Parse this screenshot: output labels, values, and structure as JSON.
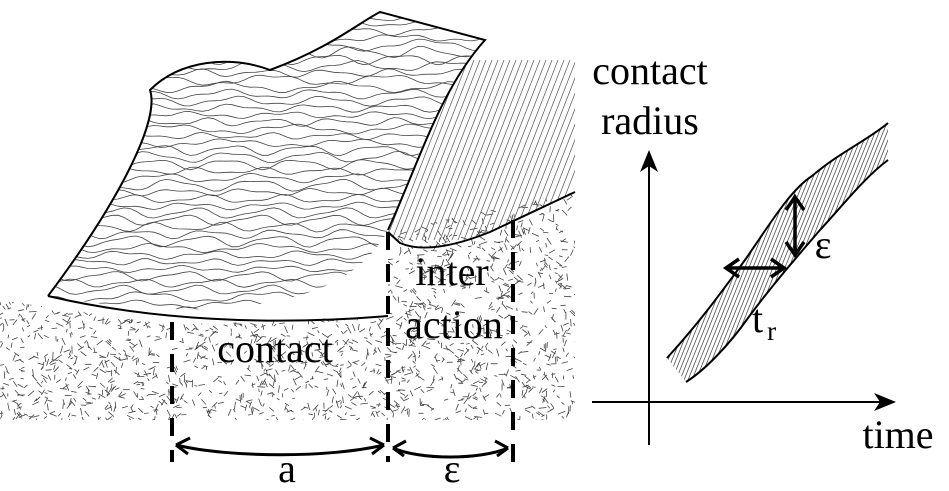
{
  "left_panel": {
    "labels": {
      "contact": "contact",
      "inter": "inter",
      "action": "action",
      "a": "a",
      "epsilon": "ε"
    }
  },
  "right_panel": {
    "y_axis_label_line1": "contact",
    "y_axis_label_line2": "radius",
    "x_axis_label": "time",
    "epsilon": "ε",
    "t_main": "t",
    "t_sub": "r"
  }
}
